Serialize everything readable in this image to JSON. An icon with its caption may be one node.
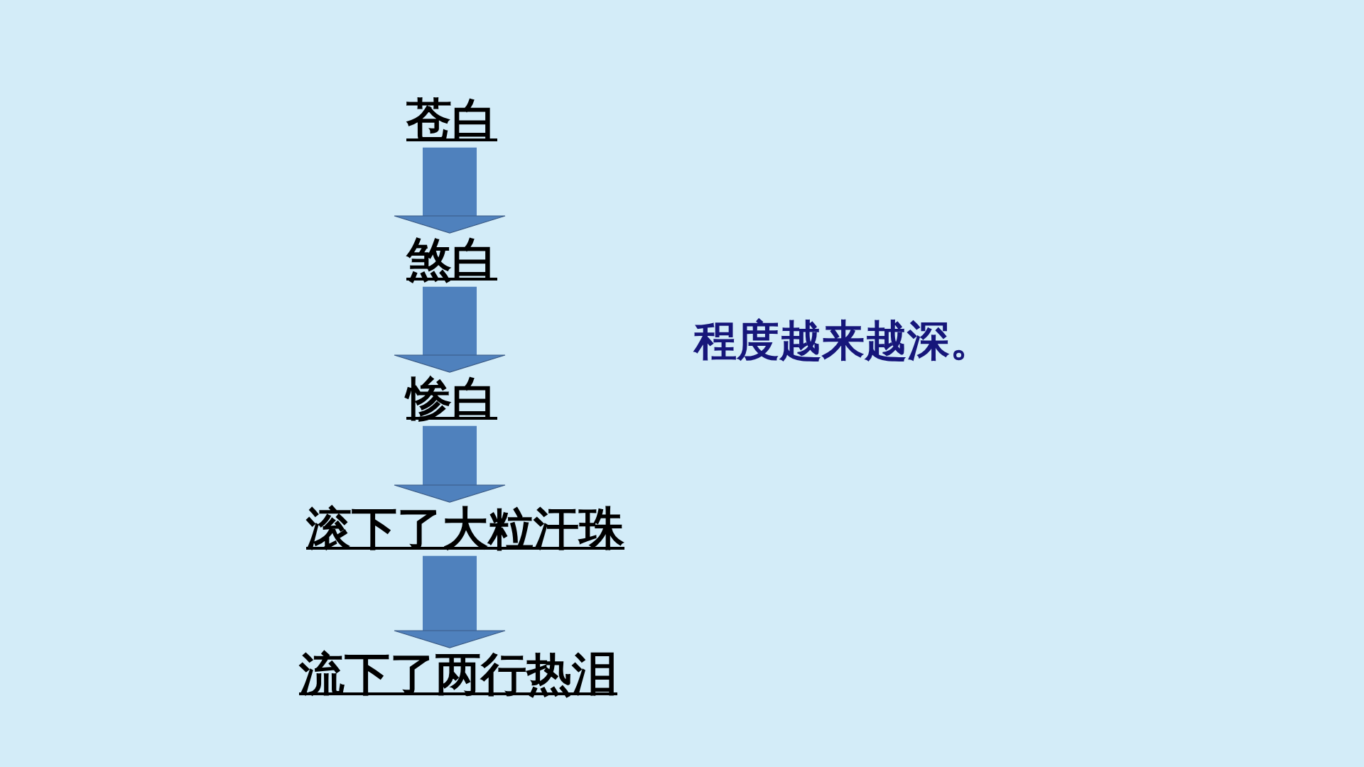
{
  "diagram": {
    "nodes": [
      {
        "text": [
          "苍白"
        ]
      },
      {
        "text": [
          "煞白"
        ]
      },
      {
        "text": [
          "惨白"
        ]
      },
      {
        "text": [
          "滚下了大粒汗珠"
        ]
      },
      {
        "text": [
          "流下了两行热泪"
        ]
      }
    ],
    "edges": [
      {
        "from": 0,
        "to": 1,
        "arrow": "to"
      },
      {
        "from": 1,
        "to": 2,
        "arrow": "to"
      },
      {
        "from": 2,
        "to": 3,
        "arrow": "to"
      },
      {
        "from": 3,
        "to": 4,
        "arrow": "to"
      }
    ],
    "labels": [
      "程度越来越深。"
    ]
  }
}
